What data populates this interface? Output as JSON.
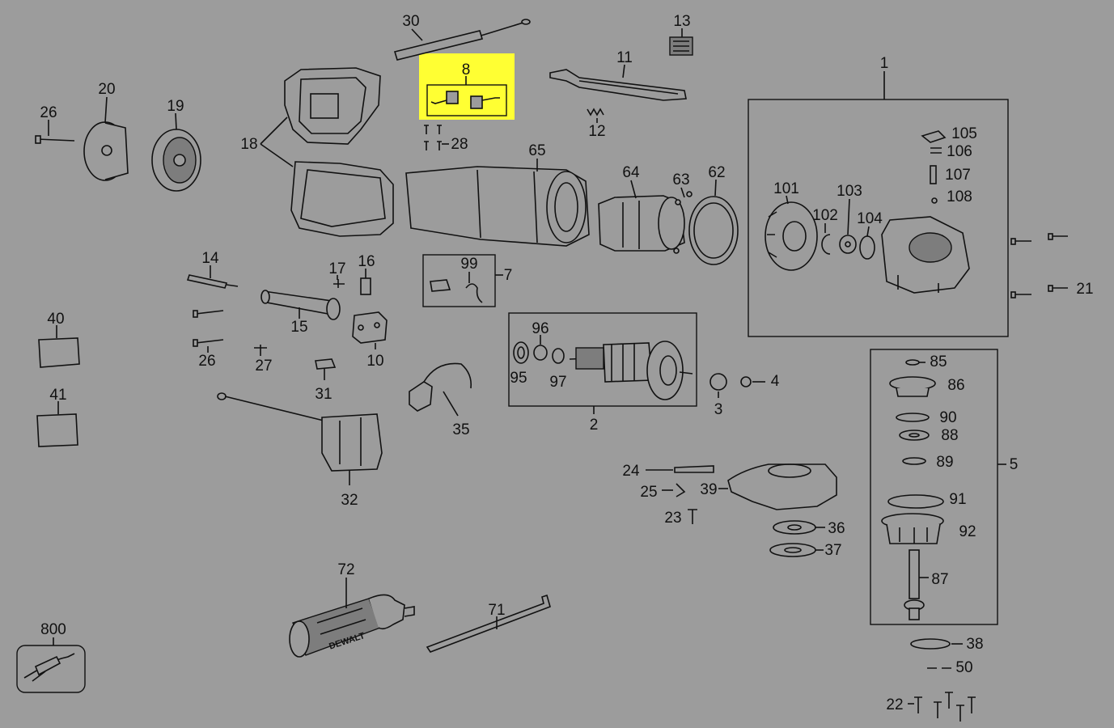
{
  "highlight": {
    "label": "8",
    "color": "#ffff33"
  },
  "labels": {
    "l1": "1",
    "l2": "2",
    "l3": "3",
    "l4": "4",
    "l5": "5",
    "l7": "7",
    "l10": "10",
    "l11": "11",
    "l12": "12",
    "l13": "13",
    "l14": "14",
    "l15": "15",
    "l16": "16",
    "l17": "17",
    "l18": "18",
    "l19": "19",
    "l20": "20",
    "l21": "21",
    "l22": "22",
    "l23": "23",
    "l24": "24",
    "l25": "25",
    "l26a": "26",
    "l26b": "26",
    "l27": "27",
    "l28": "28",
    "l30": "30",
    "l31": "31",
    "l32": "32",
    "l35": "35",
    "l36": "36",
    "l37": "37",
    "l38": "38",
    "l39": "39",
    "l40": "40",
    "l41": "41",
    "l50": "50",
    "l62": "62",
    "l63": "63",
    "l64": "64",
    "l65": "65",
    "l71": "71",
    "l72": "72",
    "l85": "85",
    "l86": "86",
    "l87": "87",
    "l88": "88",
    "l89": "89",
    "l90": "90",
    "l91": "91",
    "l92": "92",
    "l95": "95",
    "l96": "96",
    "l97": "97",
    "l99": "99",
    "l101": "101",
    "l102": "102",
    "l103": "103",
    "l104": "104",
    "l105": "105",
    "l106": "106",
    "l107": "107",
    "l108": "108",
    "l800": "800"
  },
  "brand_text": "DEWALT",
  "icons": [
    "carbon-brush-icon",
    "armature-icon",
    "gear-housing-icon",
    "side-handle-icon",
    "hex-key-icon"
  ]
}
